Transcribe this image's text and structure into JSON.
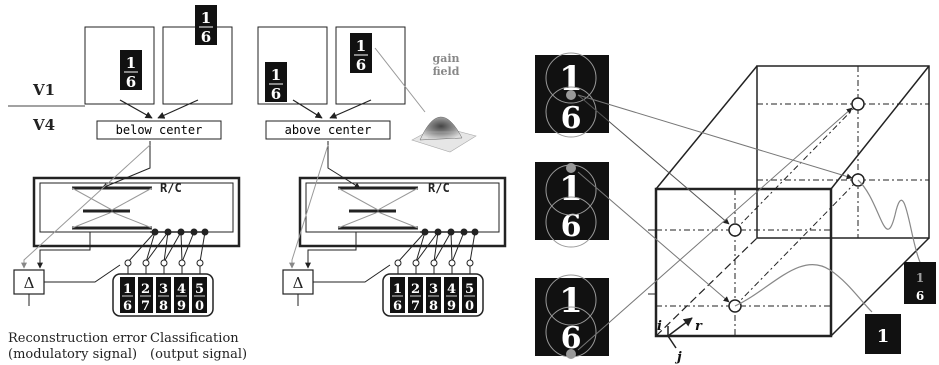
{
  "labels": {
    "v1": "V1",
    "v4": "V4",
    "below_center": "below center",
    "above_center": "above center",
    "rc": "R/C",
    "delta": "Δ",
    "gain": "gain",
    "field": "field",
    "recon_title": "Reconstruction error",
    "recon_sub": "(modulatory signal)",
    "class_title": "Classification",
    "class_sub": "(output signal)",
    "axis_i": "i",
    "axis_j": "j",
    "axis_r": "r"
  },
  "digit_pair": [
    "1",
    "6"
  ],
  "class_top": [
    "1",
    "2",
    "3",
    "4",
    "5"
  ],
  "class_bottom": [
    "6",
    "7",
    "8",
    "9",
    "0"
  ],
  "colors": {
    "line": "#222222",
    "grey_line": "#9a9a9a",
    "digit_bg": "#111111"
  }
}
